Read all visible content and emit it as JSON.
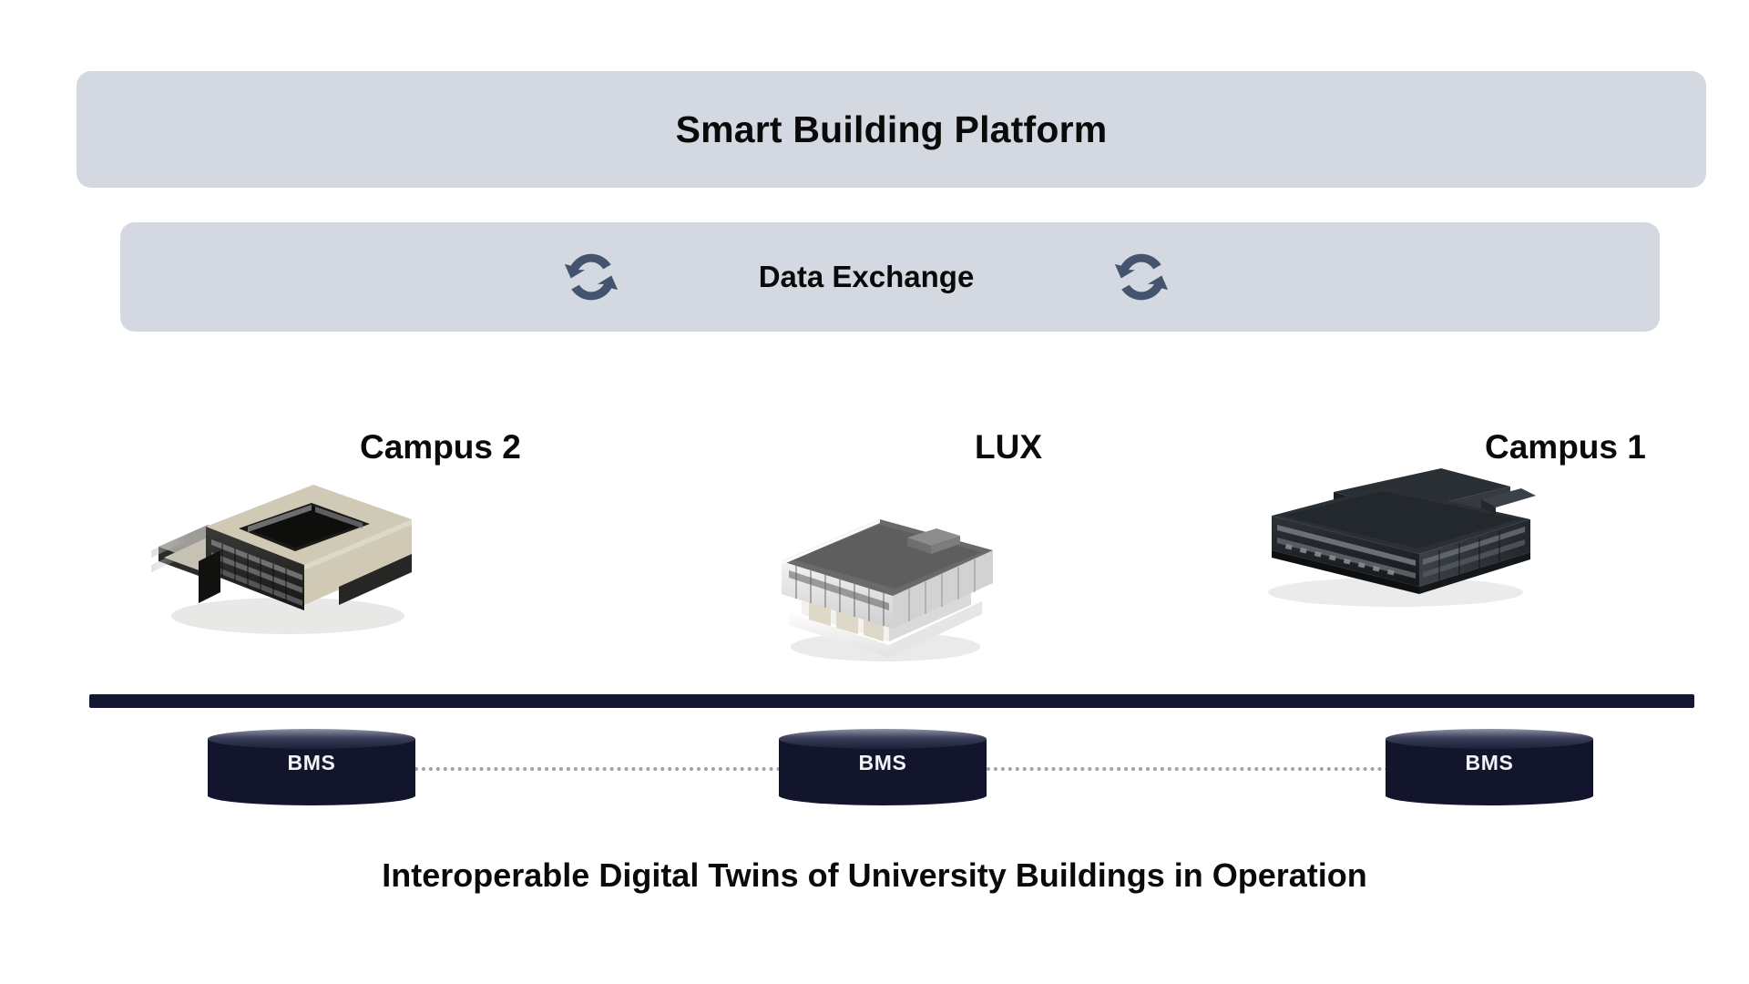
{
  "platform": {
    "title": "Smart Building Platform"
  },
  "exchange": {
    "title": "Data Exchange",
    "left_icon": "sync-arrows-icon",
    "right_icon": "sync-arrows-icon"
  },
  "buildings": [
    {
      "label": "Campus 2",
      "art": "campus2-building-render"
    },
    {
      "label": "LUX",
      "art": "lux-building-render"
    },
    {
      "label": "Campus 1",
      "art": "campus1-building-render"
    }
  ],
  "bms_nodes": [
    {
      "label": "BMS"
    },
    {
      "label": "BMS"
    },
    {
      "label": "BMS"
    }
  ],
  "caption": "Interoperable Digital Twins of University Buildings in Operation",
  "colors": {
    "bar_fill": "#d4d8e0",
    "sync_icon": "#44546e",
    "rule_navy": "#141730",
    "cylinder_navy": "#12152c",
    "cylinder_top_highlight": "#8e93a6",
    "dotted_link": "#9ea2ae",
    "text_primary": "#0a0a0a",
    "cylinder_text": "#f2f3f7",
    "background": "#ffffff"
  }
}
